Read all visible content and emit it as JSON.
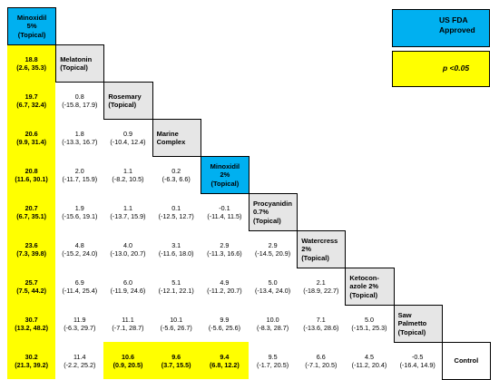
{
  "treatments": [
    {
      "label": [
        "Minoxidil",
        "5%",
        "(Topical)"
      ],
      "style": "blue"
    },
    {
      "label": [
        "Melatonin",
        "(Topical)"
      ],
      "style": "gray"
    },
    {
      "label": [
        "Rosemary",
        "(Topical)"
      ],
      "style": "gray"
    },
    {
      "label": [
        "Marine",
        "Complex"
      ],
      "style": "gray"
    },
    {
      "label": [
        "Minoxidil",
        "2%",
        "(Topical)"
      ],
      "style": "blue"
    },
    {
      "label": [
        "Procyanidin",
        "0.7%",
        "(Topical)"
      ],
      "style": "gray"
    },
    {
      "label": [
        "Watercress",
        "2%",
        "(Topical)"
      ],
      "style": "gray"
    },
    {
      "label": [
        "Ketocon-",
        "azole 2%",
        "(Topical)"
      ],
      "style": "gray"
    },
    {
      "label": [
        "Saw",
        "Palmetto",
        "(Topical)"
      ],
      "style": "gray"
    },
    {
      "label": [
        "Control"
      ],
      "style": "white"
    }
  ],
  "comparisons": [
    {
      "row": 1,
      "col": 0,
      "est": "18.8",
      "ci": "(2.6, 35.3)",
      "sig": true
    },
    {
      "row": 2,
      "col": 0,
      "est": "19.7",
      "ci": "(6.7, 32.4)",
      "sig": true
    },
    {
      "row": 2,
      "col": 1,
      "est": "0.8",
      "ci": "(-15.8, 17.9)",
      "sig": false
    },
    {
      "row": 3,
      "col": 0,
      "est": "20.6",
      "ci": "(9.9, 31.4)",
      "sig": true
    },
    {
      "row": 3,
      "col": 1,
      "est": "1.8",
      "ci": "(-13.3, 16.7)",
      "sig": false
    },
    {
      "row": 3,
      "col": 2,
      "est": "0.9",
      "ci": "(-10.4, 12.4)",
      "sig": false
    },
    {
      "row": 4,
      "col": 0,
      "est": "20.8",
      "ci": "(11.6, 30.1)",
      "sig": true
    },
    {
      "row": 4,
      "col": 1,
      "est": "2.0",
      "ci": "(-11.7, 15.9)",
      "sig": false
    },
    {
      "row": 4,
      "col": 2,
      "est": "1.1",
      "ci": "(-8.2, 10.5)",
      "sig": false
    },
    {
      "row": 4,
      "col": 3,
      "est": "0.2",
      "ci": "(-6.3, 6.6)",
      "sig": false
    },
    {
      "row": 5,
      "col": 0,
      "est": "20.7",
      "ci": "(6.7, 35.1)",
      "sig": true
    },
    {
      "row": 5,
      "col": 1,
      "est": "1.9",
      "ci": "(-15.6, 19.1)",
      "sig": false
    },
    {
      "row": 5,
      "col": 2,
      "est": "1.1",
      "ci": "(-13.7, 15.9)",
      "sig": false
    },
    {
      "row": 5,
      "col": 3,
      "est": "0.1",
      "ci": "(-12.5, 12.7)",
      "sig": false
    },
    {
      "row": 5,
      "col": 4,
      "est": "-0.1",
      "ci": "(-11.4, 11.5)",
      "sig": false
    },
    {
      "row": 6,
      "col": 0,
      "est": "23.6",
      "ci": "(7.3, 39.8)",
      "sig": true
    },
    {
      "row": 6,
      "col": 1,
      "est": "4.8",
      "ci": "(-15.2, 24.0)",
      "sig": false
    },
    {
      "row": 6,
      "col": 2,
      "est": "4.0",
      "ci": "(-13.0, 20.7)",
      "sig": false
    },
    {
      "row": 6,
      "col": 3,
      "est": "3.1",
      "ci": "(-11.6, 18.0)",
      "sig": false
    },
    {
      "row": 6,
      "col": 4,
      "est": "2.9",
      "ci": "(-11.3, 16.6)",
      "sig": false
    },
    {
      "row": 6,
      "col": 5,
      "est": "2.9",
      "ci": "(-14.5, 20.9)",
      "sig": false
    },
    {
      "row": 7,
      "col": 0,
      "est": "25.7",
      "ci": "(7.5, 44.2)",
      "sig": true
    },
    {
      "row": 7,
      "col": 1,
      "est": "6.9",
      "ci": "(-11.4, 25.4)",
      "sig": false
    },
    {
      "row": 7,
      "col": 2,
      "est": "6.0",
      "ci": "(-11.9, 24.6)",
      "sig": false
    },
    {
      "row": 7,
      "col": 3,
      "est": "5.1",
      "ci": "(-12.1, 22.1)",
      "sig": false
    },
    {
      "row": 7,
      "col": 4,
      "est": "4.9",
      "ci": "(-11.2, 20.7)",
      "sig": false
    },
    {
      "row": 7,
      "col": 5,
      "est": "5.0",
      "ci": "(-13.4, 24.0)",
      "sig": false
    },
    {
      "row": 7,
      "col": 6,
      "est": "2.1",
      "ci": "(-18.9, 22.7)",
      "sig": false
    },
    {
      "row": 8,
      "col": 0,
      "est": "30.7",
      "ci": "(13.2, 48.2)",
      "sig": true
    },
    {
      "row": 8,
      "col": 1,
      "est": "11.9",
      "ci": "(-6.3, 29.7)",
      "sig": false
    },
    {
      "row": 8,
      "col": 2,
      "est": "11.1",
      "ci": "(-7.1, 28.7)",
      "sig": false
    },
    {
      "row": 8,
      "col": 3,
      "est": "10.1",
      "ci": "(-5.6, 26.7)",
      "sig": false
    },
    {
      "row": 8,
      "col": 4,
      "est": "9.9",
      "ci": "(-5.6, 25.6)",
      "sig": false
    },
    {
      "row": 8,
      "col": 5,
      "est": "10.0",
      "ci": "(-8.3, 28.7)",
      "sig": false
    },
    {
      "row": 8,
      "col": 6,
      "est": "7.1",
      "ci": "(-13.6, 28.6)",
      "sig": false
    },
    {
      "row": 8,
      "col": 7,
      "est": "5.0",
      "ci": "(-15.1, 25.3)",
      "sig": false
    },
    {
      "row": 9,
      "col": 0,
      "est": "30.2",
      "ci": "(21.3, 39.2)",
      "sig": true
    },
    {
      "row": 9,
      "col": 1,
      "est": "11.4",
      "ci": "(-2.2, 25.2)",
      "sig": false
    },
    {
      "row": 9,
      "col": 2,
      "est": "10.6",
      "ci": "(0.9, 20.5)",
      "sig": true
    },
    {
      "row": 9,
      "col": 3,
      "est": "9.6",
      "ci": "(3.7, 15.5)",
      "sig": true
    },
    {
      "row": 9,
      "col": 4,
      "est": "9.4",
      "ci": "(6.8, 12.2)",
      "sig": true
    },
    {
      "row": 9,
      "col": 5,
      "est": "9.5",
      "ci": "(-1.7, 20.5)",
      "sig": false
    },
    {
      "row": 9,
      "col": 6,
      "est": "6.6",
      "ci": "(-7.1, 20.5)",
      "sig": false
    },
    {
      "row": 9,
      "col": 7,
      "est": "4.5",
      "ci": "(-11.2, 20.4)",
      "sig": false
    },
    {
      "row": 9,
      "col": 8,
      "est": "-0.5",
      "ci": "(-16.4, 14.9)",
      "sig": false
    }
  ],
  "legend": {
    "fda": {
      "label": [
        "US FDA",
        "Approved"
      ],
      "color": "#00b0f0"
    },
    "sig": {
      "label": "p <0.05",
      "color": "#ffff00"
    }
  },
  "colors": {
    "blue": "#00b0f0",
    "yellow": "#ffff00",
    "gray": "#e6e6e6"
  }
}
